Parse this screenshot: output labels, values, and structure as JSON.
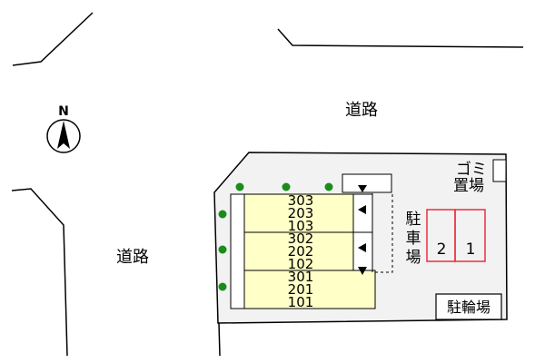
{
  "map": {
    "compass": {
      "label": "N",
      "icon": "north-arrow-icon"
    },
    "roads": {
      "top_label": "道路",
      "left_label": "道路"
    },
    "building": {
      "rows": [
        {
          "units": [
            "303",
            "203",
            "103"
          ]
        },
        {
          "units": [
            "302",
            "202",
            "102"
          ]
        },
        {
          "units": [
            "301",
            "201",
            "101"
          ]
        }
      ],
      "fill_color": "#ffffc8"
    },
    "parking": {
      "label_chars": [
        "駐",
        "車",
        "場"
      ],
      "spaces": [
        "2",
        "1"
      ],
      "color": "#e83040"
    },
    "garbage": {
      "line1": "ゴミ",
      "line2": "置場"
    },
    "bicycle": {
      "label": "駐輪場"
    },
    "trees": {
      "color": "#1a8c1a"
    },
    "site_fill_color": "#f2f2f2"
  }
}
